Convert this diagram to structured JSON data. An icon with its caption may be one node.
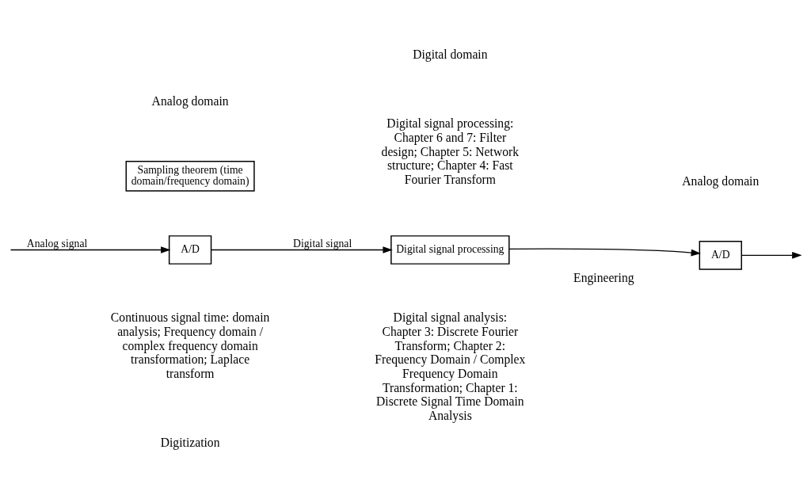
{
  "diagram": {
    "nodes": [
      {
        "text": [
          "Sampling theorem (time domain/frequency domain)"
        ]
      },
      {
        "text": [
          "A/D"
        ]
      },
      {
        "text": [
          "Digital signal processing"
        ]
      },
      {
        "text": [
          "A/D"
        ]
      }
    ],
    "edges": [
      {
        "from": null,
        "to": 1,
        "arrow": "to",
        "label": "Analog signal"
      },
      {
        "from": 1,
        "to": 2,
        "arrow": "to",
        "label": "Digital signal"
      },
      {
        "from": 2,
        "to": 3,
        "arrow": "to"
      },
      {
        "from": 3,
        "to": null,
        "arrow": "to"
      }
    ],
    "labels": [
      "Analog domain",
      "Digital domain",
      "Analog domain",
      "Digital signal processing: Chapter 6 and 7: Filter design; Chapter 5: Network structure; Chapter 4: Fast Fourier Transform",
      "Engineering",
      "Continuous signal time: domain analysis; Frequency domain / complex frequency domain transformation; Laplace transform",
      "Digital signal analysis: Chapter 3: Discrete Fourier Transform; Chapter 2: Frequency Domain / Complex Frequency Domain Transformation; Chapter 1: Discrete Signal Time Domain Analysis",
      "Digitization"
    ]
  }
}
